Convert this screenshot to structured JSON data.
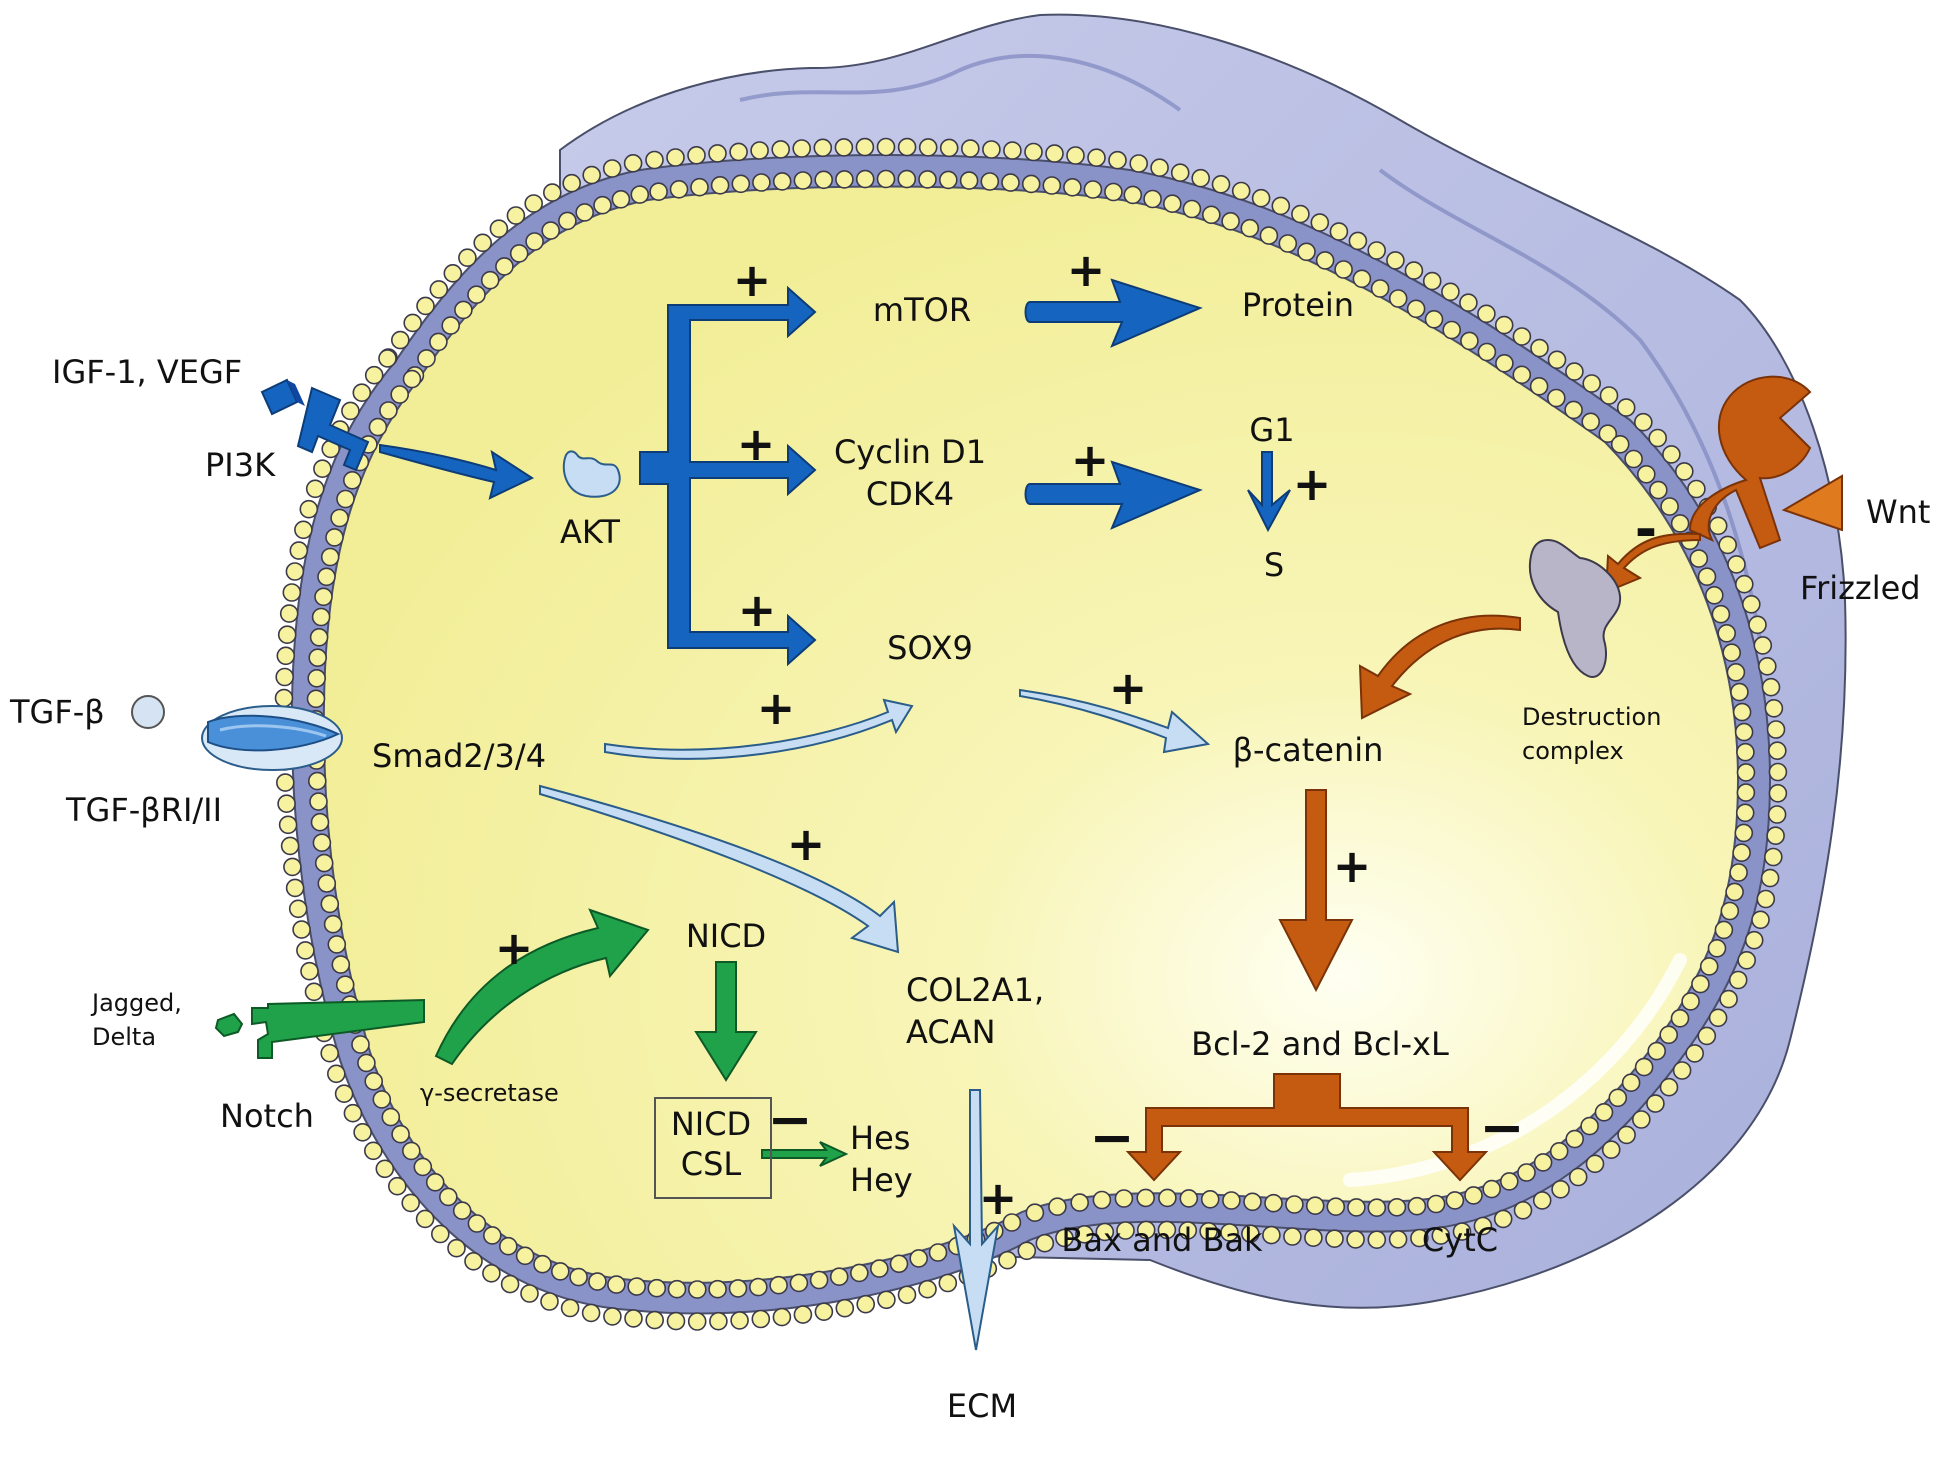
{
  "colors": {
    "outer_cell": "#B9BEE0",
    "cytoplasm": "#F7F3A6",
    "membrane_band": "#8A93C8",
    "lipid_head": "#F6F2A0",
    "pi3k_pathway": "#1565C0",
    "tgf_pathway": "#C6DDF4",
    "wnt_pathway": "#C55A11",
    "notch_pathway": "#1FA24A",
    "destruction_complex": "#B8B5C8"
  },
  "icons": {
    "akt": "akt-protein-icon",
    "pi3k": "pi3k-receptor-icon",
    "ligand_igf": "igf-ligand-icon",
    "tgf_ligand": "tgf-beta-ligand-icon",
    "tgf_receptor": "tgf-beta-receptor-icon",
    "frizzled": "frizzled-receptor-icon",
    "wnt": "wnt-ligand-icon",
    "destruction": "destruction-complex-icon",
    "notch": "notch-receptor-icon",
    "jagged": "jagged-ligand-icon"
  },
  "labels": {
    "igf_vegf": "IGF-1, VEGF",
    "pi3k": "PI3K",
    "akt": "AKT",
    "mtor": "mTOR",
    "protein": "Protein",
    "cyclin": "Cyclin D1",
    "cdk4": "CDK4",
    "g1": "G1",
    "s": "S",
    "sox9": "SOX9",
    "tgf_beta": "TGF-β",
    "tgf_receptor": "TGF-βRI/II",
    "smad": "Smad2/3/4",
    "beta_catenin": "β-catenin",
    "wnt": "Wnt",
    "frizzled": "Frizzled",
    "destruction_1": "Destruction",
    "destruction_2": "complex",
    "jagged": "Jagged,",
    "delta": "Delta",
    "notch": "Notch",
    "gamma_secretase": "γ-secretase",
    "nicd": "NICD",
    "nicd_box_1": "NICD",
    "nicd_box_2": "CSL",
    "hes": "Hes",
    "hey": "Hey",
    "col2a1": "COL2A1,",
    "acan": "ACAN",
    "ecm": "ECM",
    "bcl": "Bcl-2 and Bcl-xL",
    "bax": "Bax and Bak",
    "cytc": "CytC"
  },
  "signs": {
    "plus": "+",
    "minus": "−",
    "dash": "-"
  }
}
